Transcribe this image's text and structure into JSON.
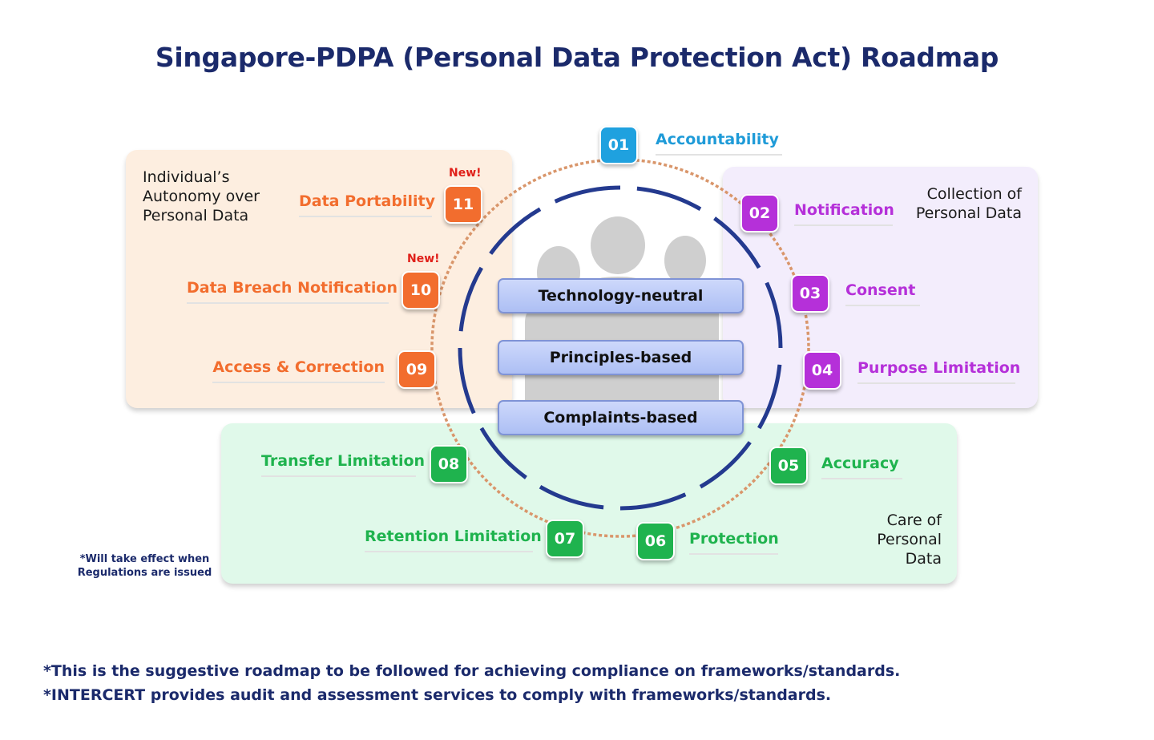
{
  "title": "Singapore-PDPA (Personal Data Protection Act) Roadmap",
  "groups": {
    "autonomy": "Individual’s Autonomy over Personal Data",
    "collection": "Collection of Personal Data",
    "care": "Care of Personal Data"
  },
  "new_tag": "New!",
  "principles": [
    {
      "num": "01",
      "label": "Accountability",
      "color": "#1fa1df"
    },
    {
      "num": "02",
      "label": "Notification",
      "color": "#b530d9"
    },
    {
      "num": "03",
      "label": "Consent",
      "color": "#b530d9"
    },
    {
      "num": "04",
      "label": "Purpose Limitation",
      "color": "#b530d9"
    },
    {
      "num": "05",
      "label": "Accuracy",
      "color": "#1fb34e"
    },
    {
      "num": "06",
      "label": "Protection",
      "color": "#1fb34e"
    },
    {
      "num": "07",
      "label": "Retention Limitation",
      "color": "#1fb34e"
    },
    {
      "num": "08",
      "label": "Transfer Limitation",
      "color": "#1fb34e"
    },
    {
      "num": "09",
      "label": "Access & Correction",
      "color": "#f26d2e"
    },
    {
      "num": "10",
      "label": "Data Breach Notification",
      "color": "#f26d2e"
    },
    {
      "num": "11",
      "label": "Data Portability",
      "color": "#f26d2e"
    }
  ],
  "center_bars": [
    "Technology-neutral",
    "Principles-based",
    "Complaints-based"
  ],
  "effect_note": "*Will take effect when Regulations are issued",
  "footer": [
    "*This is the suggestive roadmap to be followed for achieving compliance on frameworks/standards.",
    "*INTERCERT provides audit and assessment services to comply with frameworks/standards."
  ]
}
